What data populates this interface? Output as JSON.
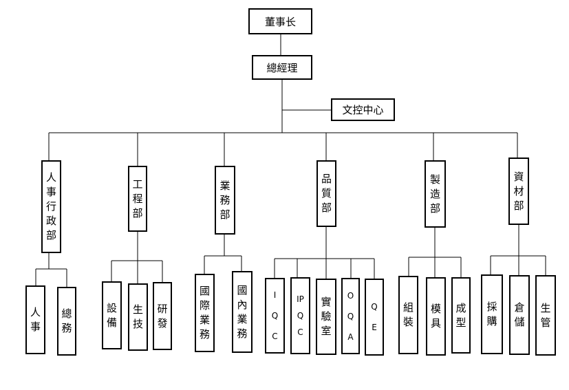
{
  "chart": {
    "chairman": "董事长",
    "general_manager": "總經理",
    "document_control": "文控中心",
    "departments": [
      {
        "name": "人事行政部",
        "subunits": [
          "人事",
          "總務"
        ]
      },
      {
        "name": "工程部",
        "subunits": [
          "設備",
          "生技",
          "研發"
        ]
      },
      {
        "name": "業務部",
        "subunits": [
          "國際業務",
          "國內業務"
        ]
      },
      {
        "name": "品質部",
        "subunits": [
          "IQC",
          "IPQC",
          "實驗室",
          "OQA",
          "QE"
        ]
      },
      {
        "name": "製造部",
        "subunits": [
          "組裝",
          "模具",
          "成型"
        ]
      },
      {
        "name": "資材部",
        "subunits": [
          "採購",
          "倉儲",
          "生管"
        ]
      }
    ]
  }
}
